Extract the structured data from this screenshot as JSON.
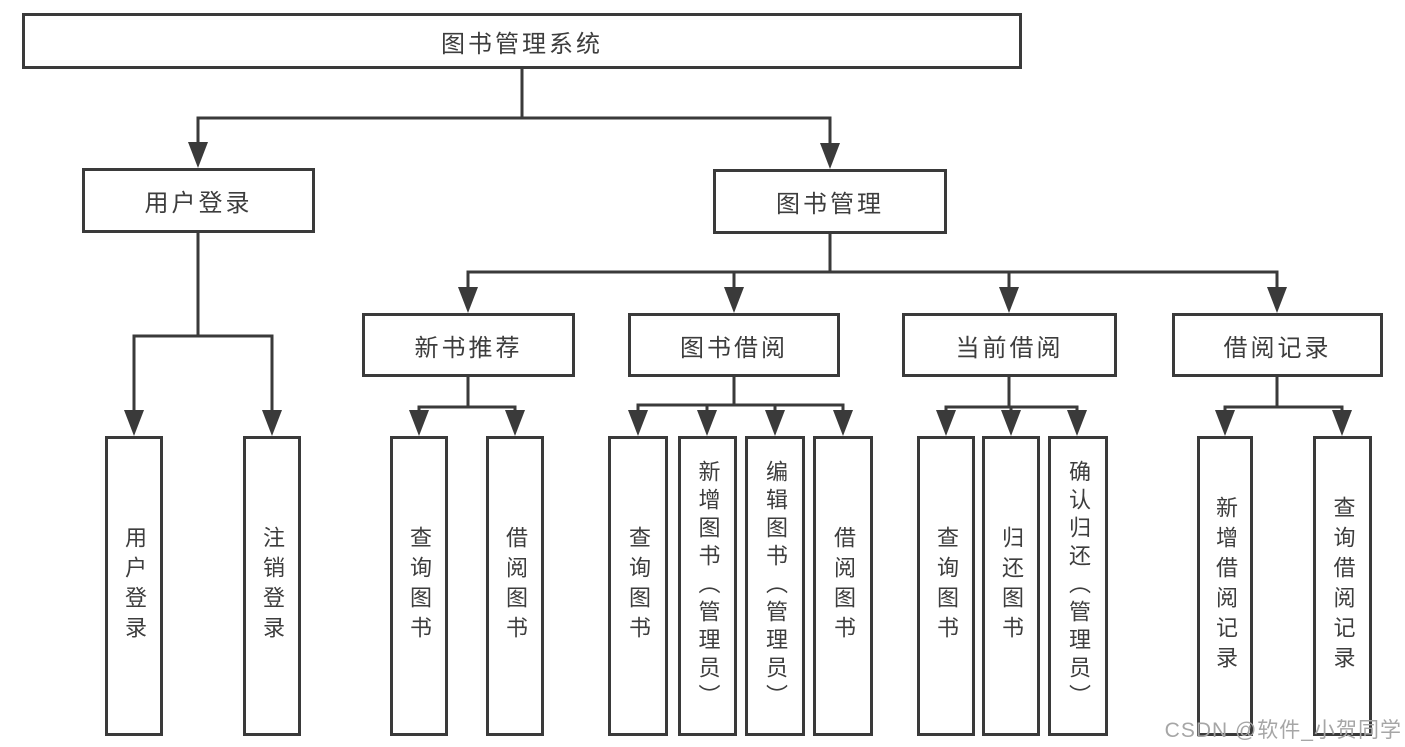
{
  "diagram": {
    "root": {
      "label": "图书管理系统",
      "children": [
        {
          "label": "用户登录",
          "children": [
            {
              "label": "用户登录"
            },
            {
              "label": "注销登录"
            }
          ]
        },
        {
          "label": "图书管理",
          "children": [
            {
              "label": "新书推荐",
              "children": [
                {
                  "label": "查询图书"
                },
                {
                  "label": "借阅图书"
                }
              ]
            },
            {
              "label": "图书借阅",
              "children": [
                {
                  "label": "查询图书"
                },
                {
                  "label": "新增图书（管理员）"
                },
                {
                  "label": "编辑图书（管理员）"
                },
                {
                  "label": "借阅图书"
                }
              ]
            },
            {
              "label": "当前借阅",
              "children": [
                {
                  "label": "查询图书"
                },
                {
                  "label": "归还图书"
                },
                {
                  "label": "确认归还（管理员）"
                }
              ]
            },
            {
              "label": "借阅记录",
              "children": [
                {
                  "label": "新增借阅记录"
                },
                {
                  "label": "查询借阅记录"
                }
              ]
            }
          ]
        }
      ]
    }
  },
  "watermark": {
    "text": "CSDN @软件_小贺同学"
  },
  "colors": {
    "background": "#ffffff",
    "border": "#3a3a3a",
    "line": "#3a3a3a",
    "text": "#3d3d3d",
    "watermark": "#a6a6a6"
  }
}
